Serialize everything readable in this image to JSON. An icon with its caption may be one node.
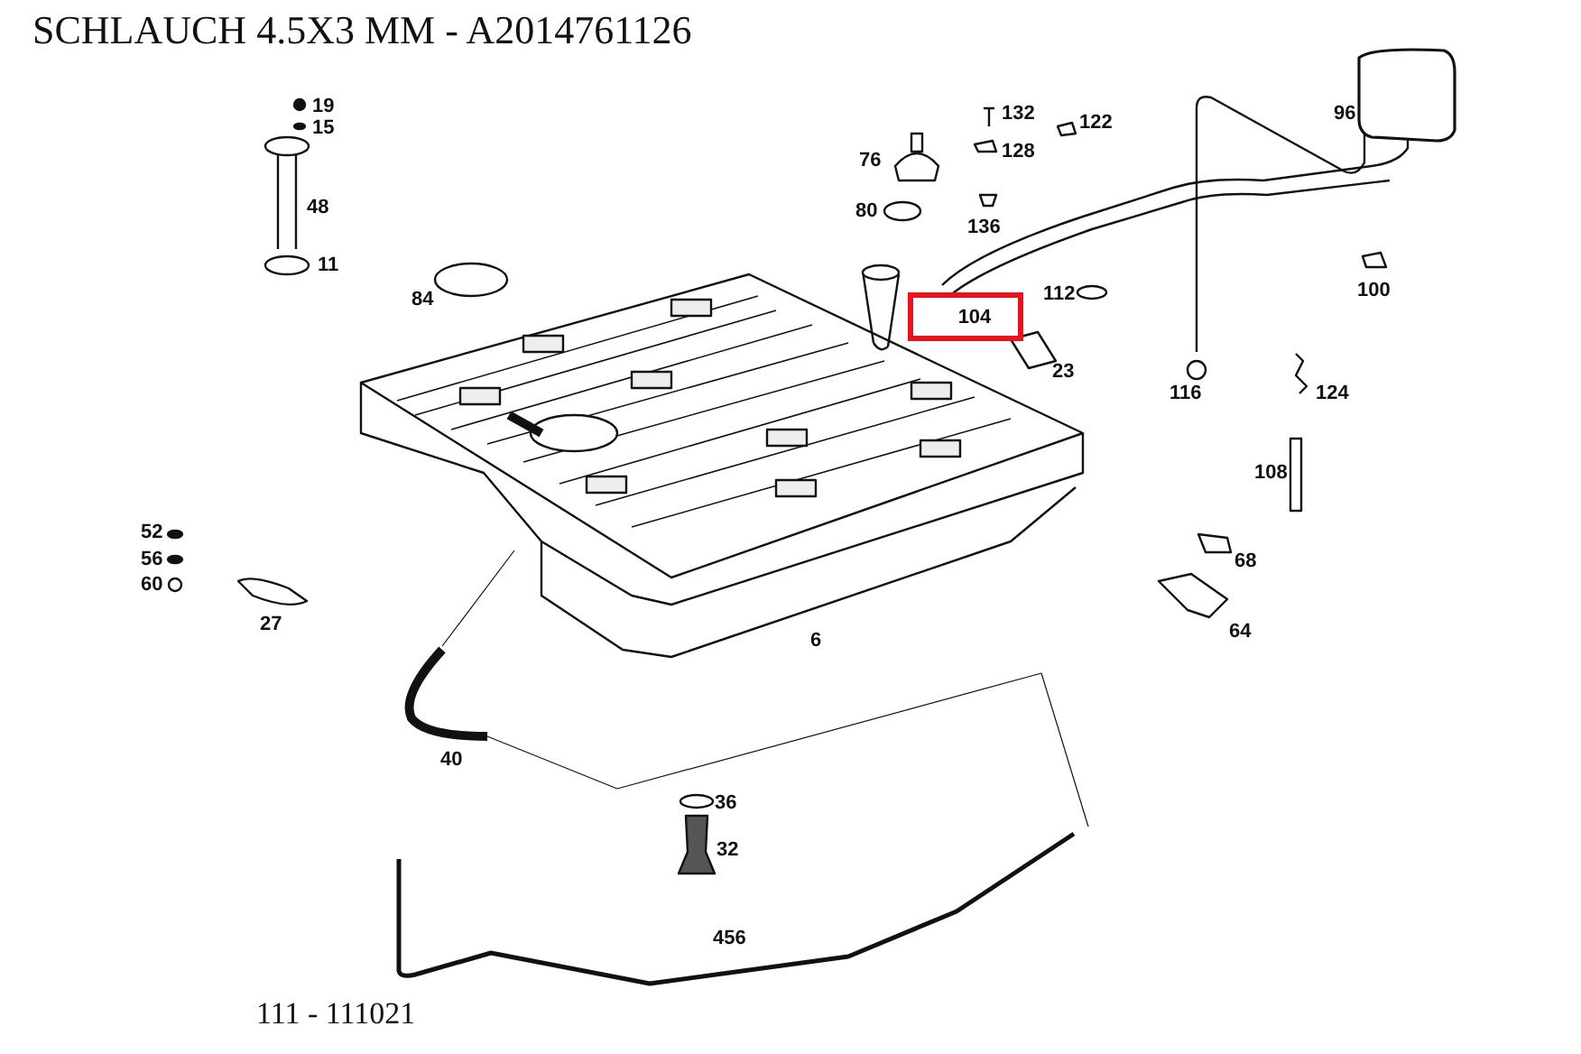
{
  "diagram": {
    "title": "SCHLAUCH 4.5X3 MM - A2014761126",
    "caption": "111 - 111021",
    "nodes": [
      {
        "text": [
          "104"
        ]
      }
    ],
    "labels": [
      "19",
      "15",
      "48",
      "11",
      "84",
      "52",
      "56",
      "60",
      "27",
      "76",
      "80",
      "132",
      "128",
      "122",
      "136",
      "112",
      "23",
      "96",
      "100",
      "116",
      "124",
      "108",
      "68",
      "64",
      "6",
      "40",
      "36",
      "32",
      "456"
    ]
  }
}
